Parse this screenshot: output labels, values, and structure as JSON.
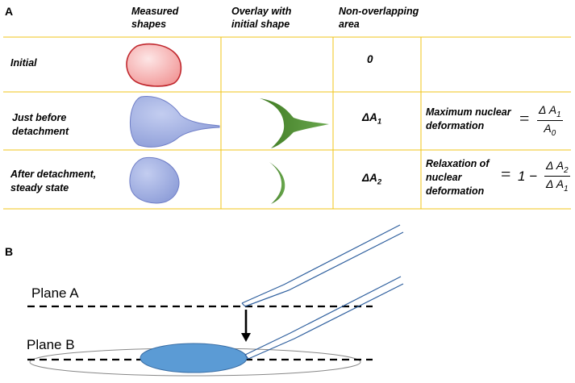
{
  "panel_a": {
    "label": "A",
    "headers": {
      "measured_line1": "Measured",
      "measured_line2": "shapes",
      "overlay_line1": "Overlay with",
      "overlay_line2": "initial shape",
      "area_line1": "Non-overlapping",
      "area_line2": "area"
    },
    "rows": [
      {
        "label_line1": "Initial",
        "label_line2": "",
        "area": "0"
      },
      {
        "label_line1": "Just before",
        "label_line2": "detachment",
        "area_main": "ΔA",
        "area_sub": "1"
      },
      {
        "label_line1": "After detachment,",
        "label_line2": "steady state",
        "area_main": "ΔA",
        "area_sub": "2"
      }
    ],
    "metrics": {
      "max_line1": "Maximum nuclear",
      "max_line2": "deformation",
      "max_eq": "=",
      "max_num_main": "Δ A",
      "max_num_sub": "1",
      "max_den_main": "A",
      "max_den_sub": "0",
      "relax_line1": "Relaxation of",
      "relax_line2": "nuclear",
      "relax_line3": "deformation",
      "relax_eq": "=",
      "relax_one": "1 −",
      "relax_num_main": "Δ A",
      "relax_num_sub": "2",
      "relax_den_main": "Δ A",
      "relax_den_sub": "1"
    },
    "colors": {
      "grid": "#f0c419",
      "initial_fill": "#f5a5a5",
      "initial_stroke": "#c0272d",
      "nucleus_fill": "#a3b1e0",
      "nucleus_stroke": "#6f7ec7",
      "overlay_fill": "#4e8a2a"
    }
  },
  "panel_b": {
    "label": "B",
    "plane_a": "Plane A",
    "plane_b": "Plane B",
    "colors": {
      "nucleus_fill": "#5b9bd5",
      "nucleus_stroke": "#3a6ea5",
      "pipette": "#2e5f9e",
      "cell_outline": "#888888"
    }
  }
}
